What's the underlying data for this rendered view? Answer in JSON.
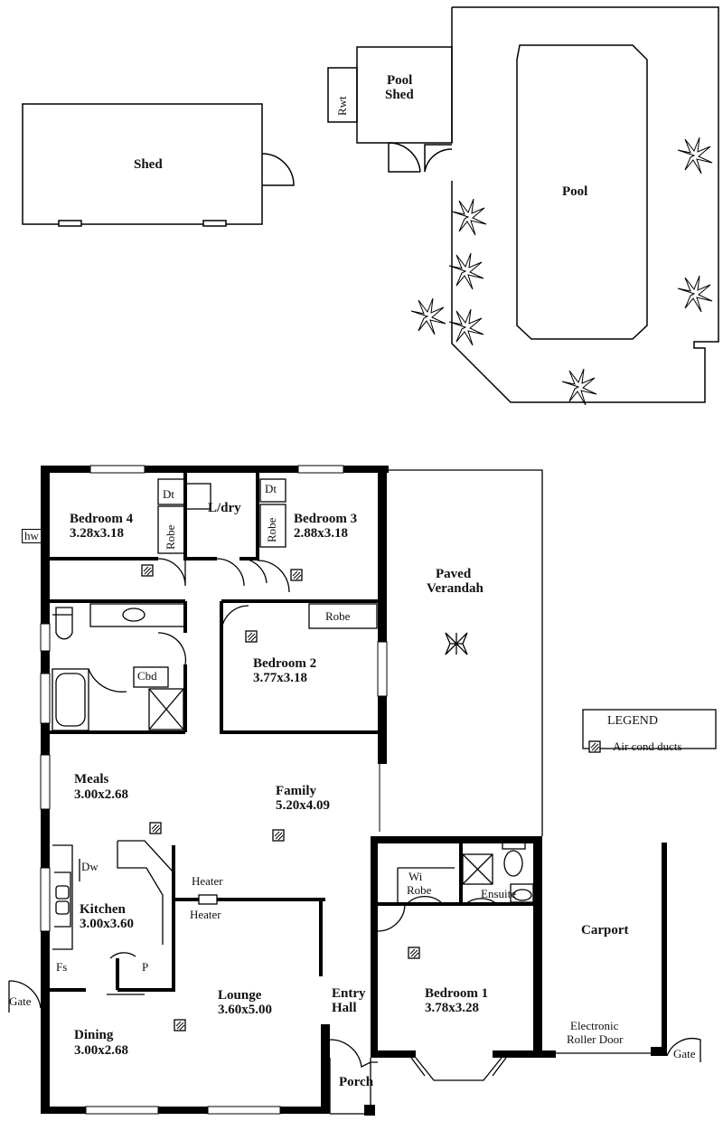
{
  "outbuildings": {
    "shed": "Shed",
    "pool_shed_line1": "Pool",
    "pool_shed_line2": "Shed",
    "rwt": "Rwt",
    "pool": "Pool"
  },
  "rooms": {
    "bedroom4": {
      "name": "Bedroom 4",
      "size": "3.28x3.18"
    },
    "bedroom3": {
      "name": "Bedroom 3",
      "size": "2.88x3.18"
    },
    "bedroom2": {
      "name": "Bedroom 2",
      "size": "3.77x3.18"
    },
    "bedroom1": {
      "name": "Bedroom 1",
      "size": "3.78x3.28"
    },
    "laundry": {
      "name": "L/dry"
    },
    "meals": {
      "name": "Meals",
      "size": "3.00x2.68"
    },
    "family": {
      "name": "Family",
      "size": "5.20x4.09"
    },
    "kitchen": {
      "name": "Kitchen",
      "size": "3.00x3.60"
    },
    "lounge": {
      "name": "Lounge",
      "size": "3.60x5.00"
    },
    "dining": {
      "name": "Dining",
      "size": "3.00x2.68"
    },
    "entry_line1": "Entry",
    "entry_line2": "Hall",
    "porch": "Porch",
    "verandah_line1": "Paved",
    "verandah_line2": "Verandah",
    "carport": "Carport"
  },
  "fixtures": {
    "dt": "Dt",
    "robe": "Robe",
    "hw": "hw",
    "cbd": "Cbd",
    "dw": "Dw",
    "heater": "Heater",
    "pantry": "P",
    "fs": "Fs",
    "gate": "Gate",
    "wi_line1": "Wi",
    "wi_line2": "Robe",
    "ensuite": "Ensuite",
    "roller_line1": "Electronic",
    "roller_line2": "Roller Door"
  },
  "legend": {
    "title": "LEGEND",
    "items": [
      {
        "icon": "air-cond-duct-icon",
        "label": "Air cond ducts"
      }
    ]
  }
}
